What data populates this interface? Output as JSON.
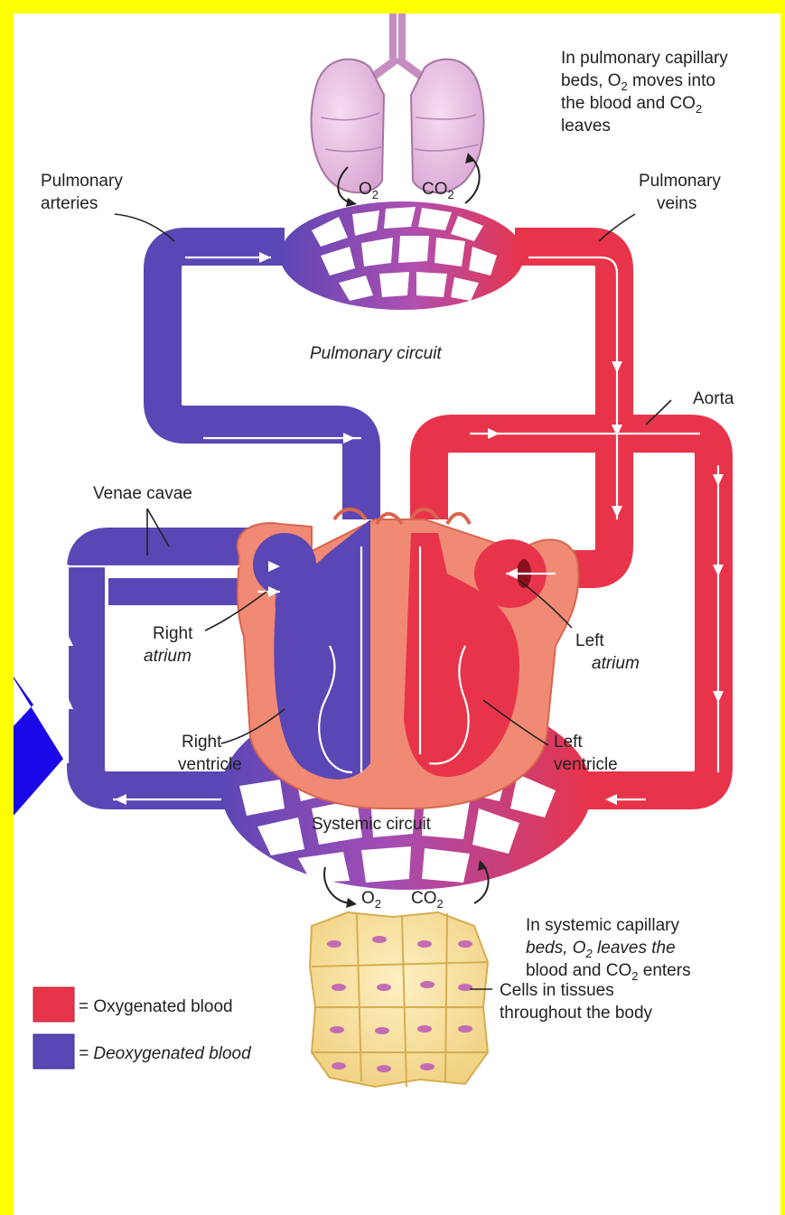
{
  "colors": {
    "page_background": "#ffff00",
    "oxygenated": "#e8344a",
    "deoxygenated": "#5b46b5",
    "heart_wall": "#f08a74",
    "lung": "#ecc3e6",
    "pointer_arrow": "#1a08e8"
  },
  "labels": {
    "pulmonary_beds_line1": "In pulmonary capillary",
    "pulmonary_beds_line2_pre": "beds, O",
    "pulmonary_beds_line2_sub": "2",
    "pulmonary_beds_line2_post": " moves into",
    "pulmonary_beds_line3_pre": "the blood and CO",
    "pulmonary_beds_line3_sub": "2",
    "pulmonary_beds_line4": "leaves",
    "pulmonary_arteries_1": "Pulmonary",
    "pulmonary_arteries_2": "arteries",
    "pulmonary_veins_1": "Pulmonary",
    "pulmonary_veins_2": "veins",
    "pulmonary_circuit": "Pulmonary circuit",
    "aorta": "Aorta",
    "venae_cavae": "Venae cavae",
    "right_atrium_1": "Right",
    "right_atrium_2": "atrium",
    "left_atrium_1": "Left",
    "left_atrium_2": "atrium",
    "right_ventricle_1": "Right",
    "right_ventricle_2": "ventricle",
    "left_ventricle_1": "Left",
    "left_ventricle_2": "ventricle",
    "systemic_circuit": "Systemic circuit",
    "systemic_beds_line1": "In systemic capillary",
    "systemic_beds_line2_pre": "beds, O",
    "systemic_beds_line2_sub": "2",
    "systemic_beds_line2_post": " leaves the",
    "systemic_beds_line3_pre": "blood and CO",
    "systemic_beds_line3_sub": "2",
    "systemic_beds_line3_post": " enters",
    "cells_1": "Cells in tissues",
    "cells_2": "throughout the body",
    "o2_main": "O",
    "o2_sub": "2",
    "co2_main": "CO",
    "co2_sub": "2"
  },
  "legend": {
    "oxygenated": "= Oxygenated blood",
    "deoxygenated": "= Deoxygenated blood"
  },
  "icons": [
    "lungs-icon",
    "heart-icon",
    "tissue-cells-icon",
    "pointer-arrow-icon"
  ]
}
